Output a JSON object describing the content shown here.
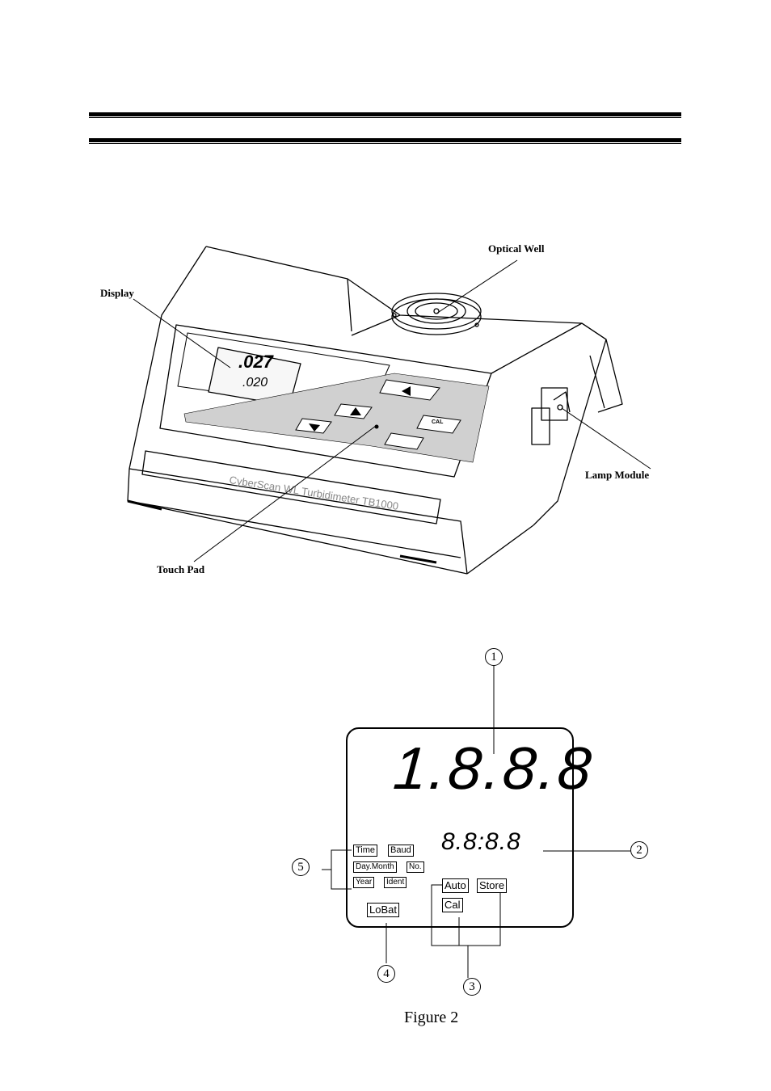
{
  "figure1": {
    "callouts": {
      "optical_well": "Optical Well",
      "display": "Display",
      "lamp_module": "Lamp Module",
      "touch_pad": "Touch Pad"
    },
    "device": {
      "brand_label": "CyberScan WL Turbidimeter TB1000",
      "reading_main": ".027",
      "reading_sub": ".020",
      "key_cal": "CAL"
    }
  },
  "figure2": {
    "segment_main": "1.8.8.8",
    "segment_secondary": "8.8:8.8",
    "indicators": {
      "time": "Time",
      "baud": "Baud",
      "day_month": "Day.Month",
      "no": "No.",
      "year": "Year",
      "ident": "Ident",
      "lobat": "LoBat",
      "auto": "Auto",
      "store": "Store",
      "cal": "Cal"
    },
    "numbers": [
      "1",
      "2",
      "3",
      "4",
      "5"
    ],
    "caption": "Figure 2"
  }
}
